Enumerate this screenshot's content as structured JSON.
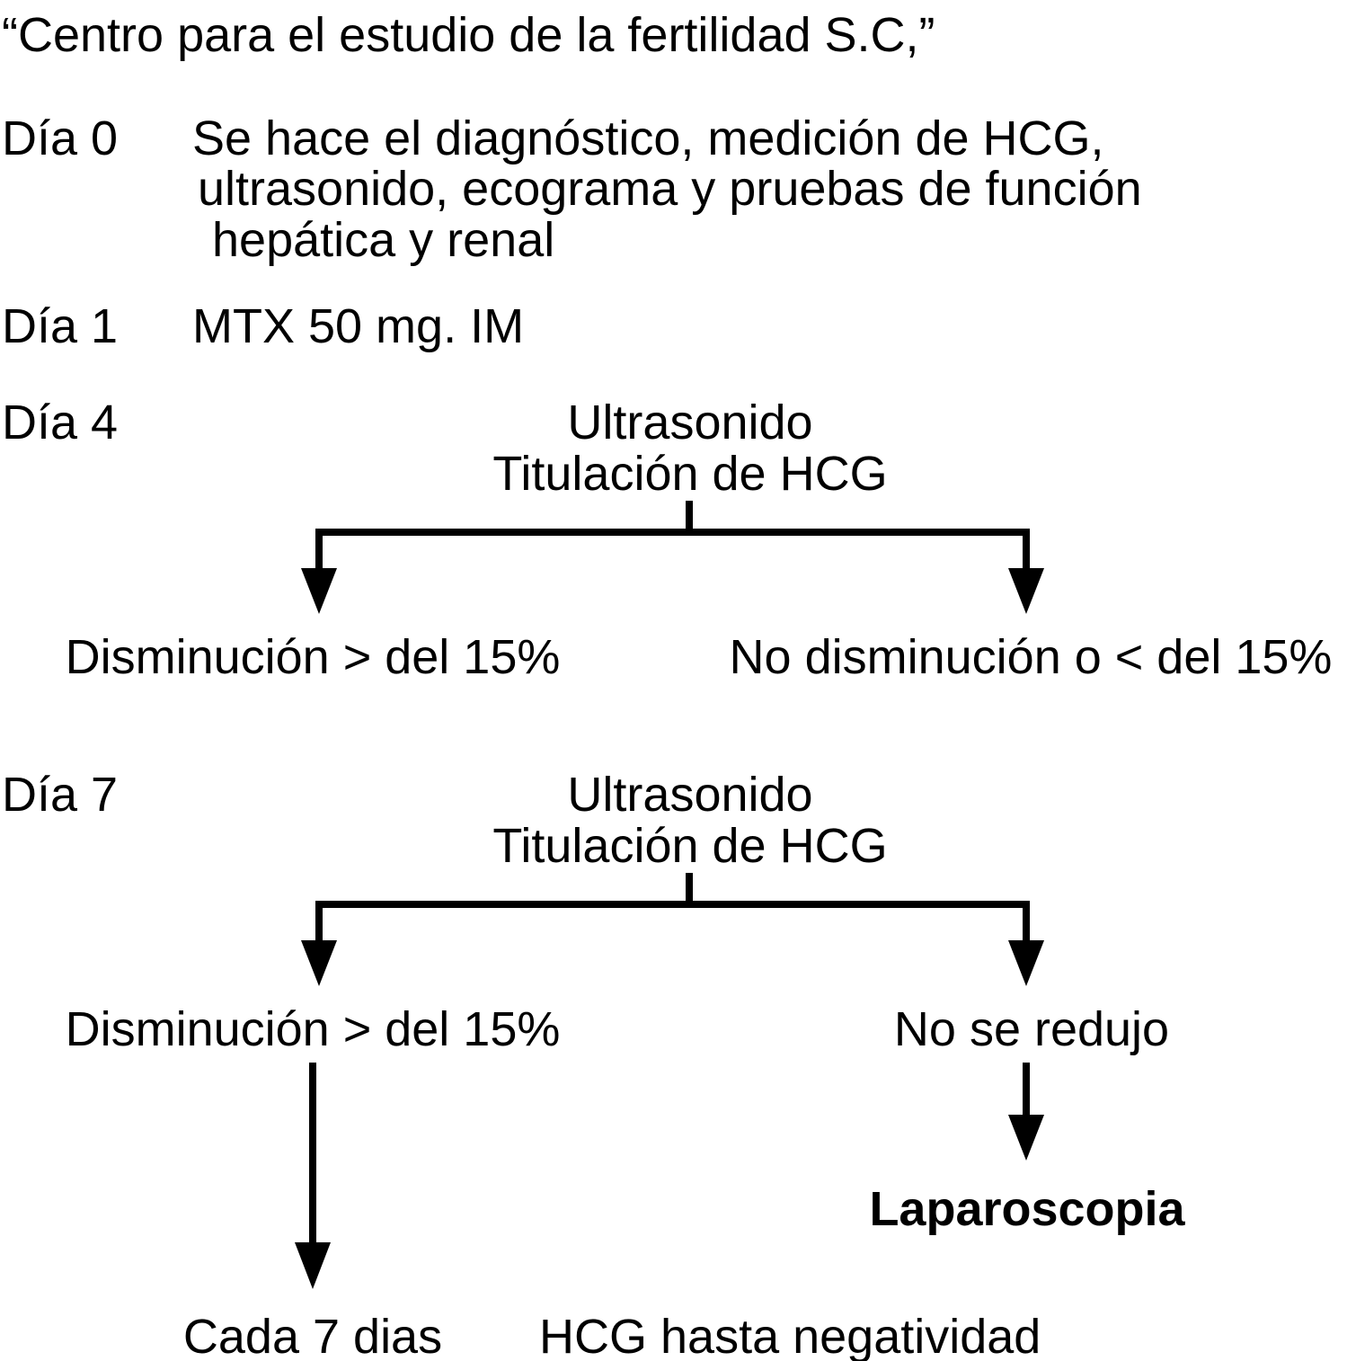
{
  "header": {
    "title": "“Centro para el estudio de la fertilidad S.C,”"
  },
  "day0": {
    "label": "Día 0",
    "lines": [
      "Se hace el diagnóstico, medición de HCG,",
      "ultrasonido, ecograma y pruebas de función",
      "hepática y renal"
    ]
  },
  "day1": {
    "label": "Día 1",
    "text": "MTX 50 mg. IM"
  },
  "day4": {
    "label": "Día 4",
    "node_lines": [
      "Ultrasonido",
      "Titulación de HCG"
    ],
    "left_outcome": "Disminución > del 15%",
    "right_outcome": "No disminución o < del 15%"
  },
  "day7": {
    "label": "Día 7",
    "node_lines": [
      "Ultrasonido",
      "Titulación de HCG"
    ],
    "left_outcome": "Disminución > del 15%",
    "right_outcome": "No se redujo",
    "right_result": "Laparoscopia",
    "left_result_a": "Cada 7 dias",
    "left_result_b": "HCG hasta negatividad"
  },
  "colors": {
    "text": "#000000",
    "lines": "#000000",
    "background": "#ffffff"
  }
}
